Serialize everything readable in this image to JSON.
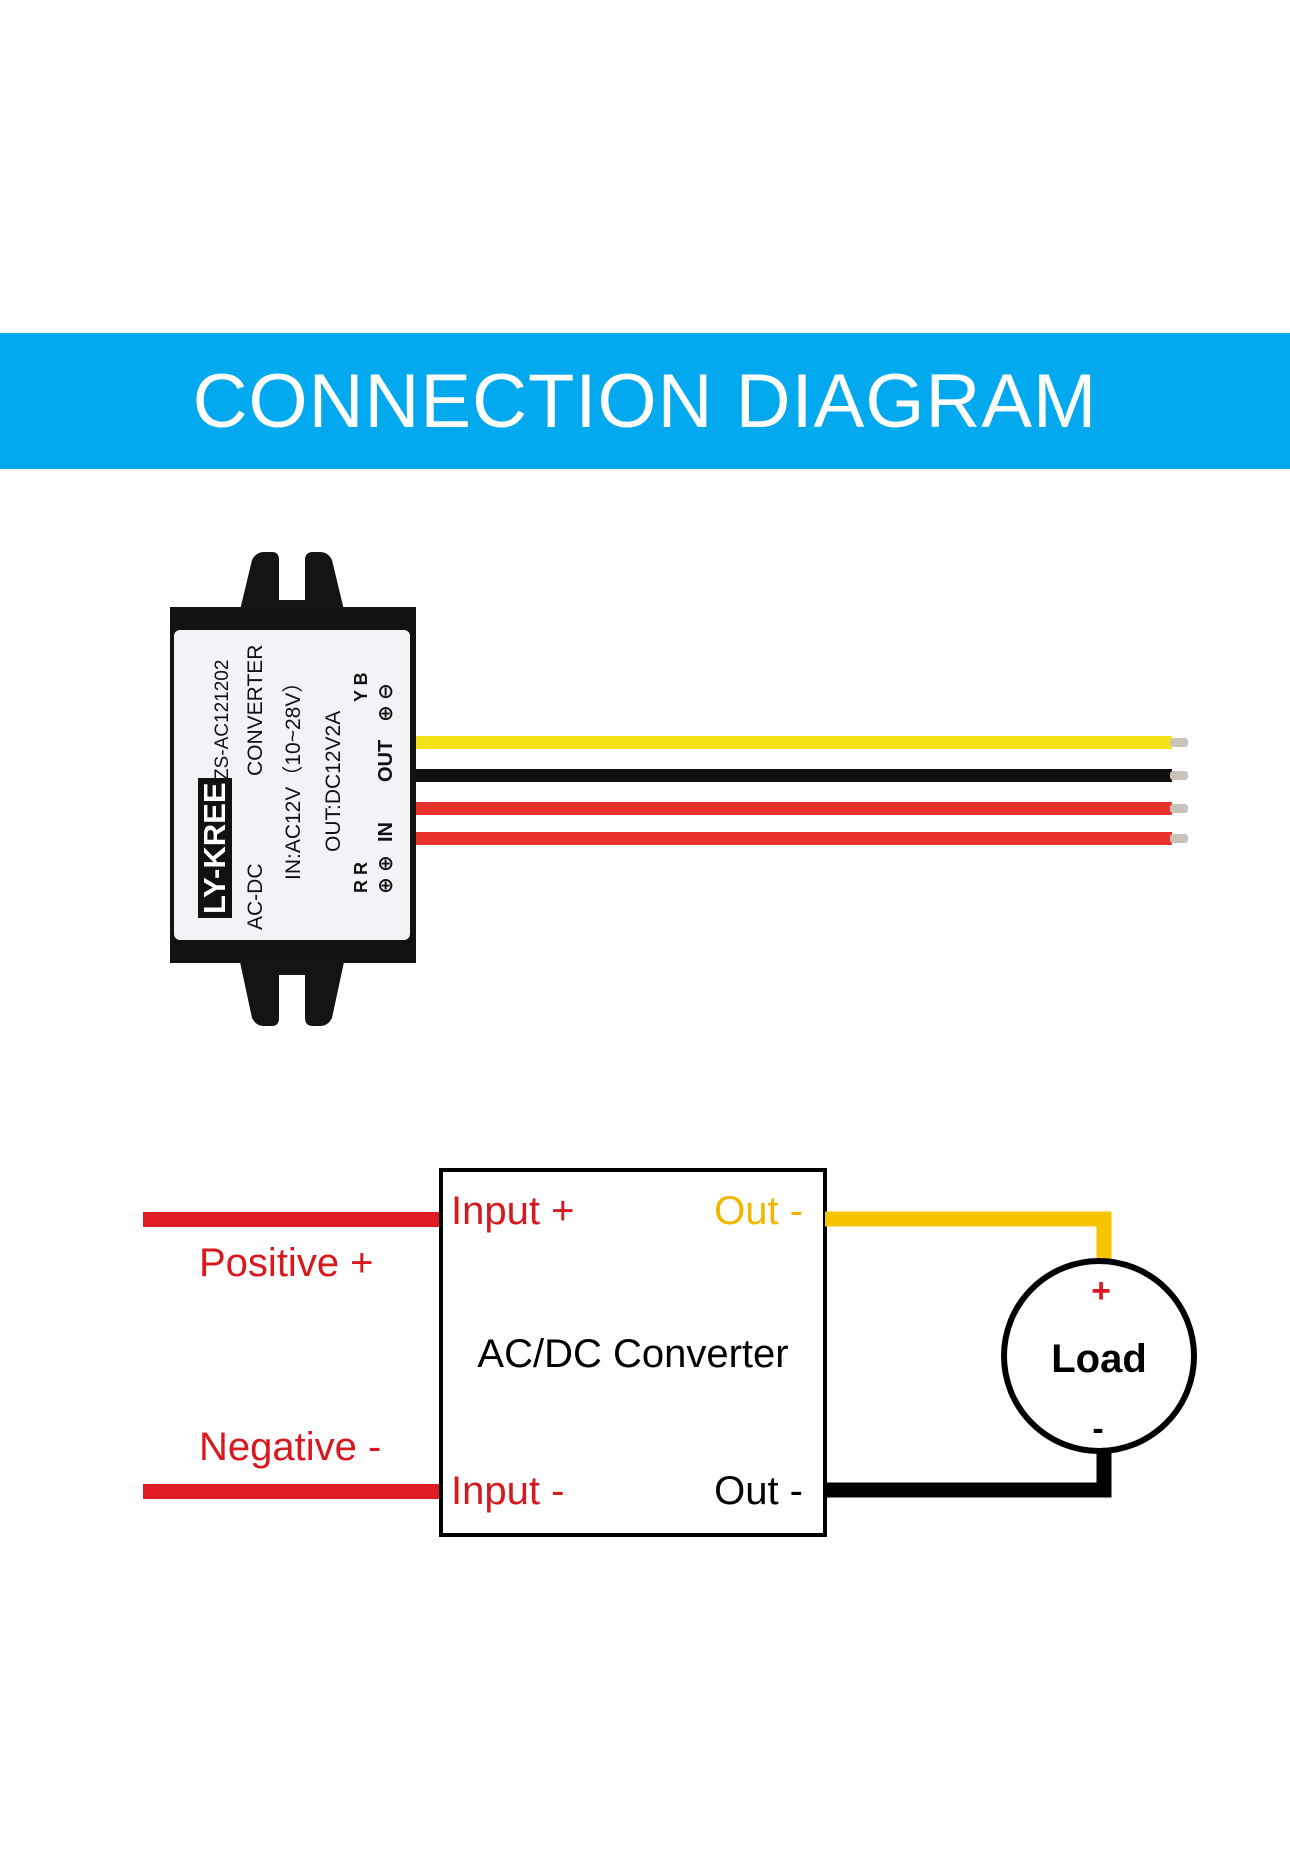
{
  "header": {
    "title": "CONNECTION DIAGRAM"
  },
  "colors": {
    "banner": "#03a9ee",
    "wire_yellow": "#f5e31a",
    "wire_black": "#111111",
    "wire_red": "#e8322b",
    "schematic_red": "#e01b24",
    "schematic_yellow": "#f7c400",
    "label_red": "#d7191f",
    "label_yellow": "#f2b600"
  },
  "module": {
    "brand": "LY-KREE",
    "model": "ZS-AC121202",
    "type_line": "AC-DC",
    "type_line2": "CONVERTER",
    "input_spec": "IN:AC12V（10~28V）",
    "output_spec": "OUT:DC12V2A",
    "out_label": "OUT",
    "in_label": "IN",
    "out_letters": "Y B",
    "in_letters": "R R",
    "plus_symbol": "⊕",
    "minus_symbol": "⊖"
  },
  "schematic": {
    "converter_label": "AC/DC Converter",
    "input_plus": "Input +",
    "input_minus": "Input -",
    "out_top": "Out -",
    "out_bottom": "Out -",
    "positive_label": "Positive +",
    "negative_label": "Negative -",
    "load_label": "Load",
    "load_plus": "+",
    "load_minus": "-"
  }
}
